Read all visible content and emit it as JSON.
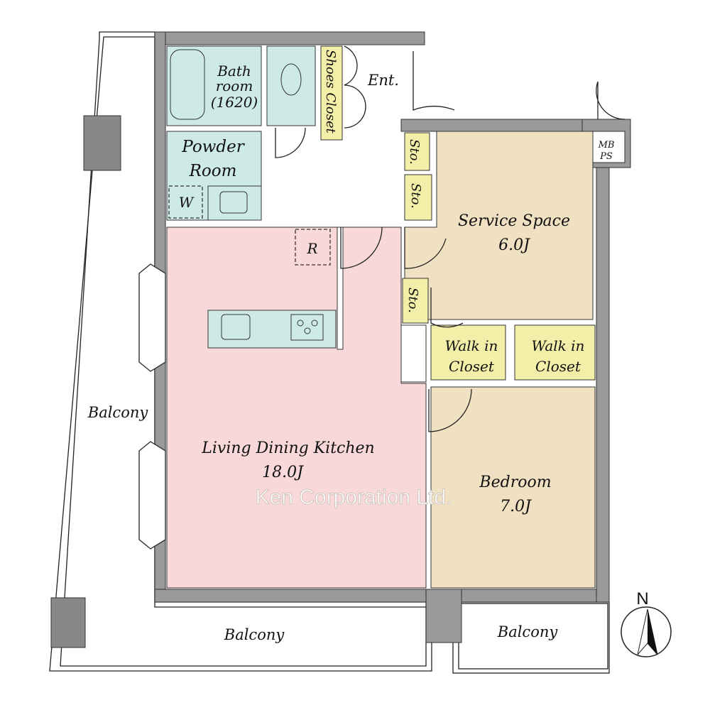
{
  "rooms": {
    "bathroom": {
      "line1": "Bath",
      "line2": "room",
      "line3": "(1620)"
    },
    "entrance": "Ent.",
    "shoes_closet": "Shoes Closet",
    "powder_room": {
      "line1": "Powder",
      "line2": "Room"
    },
    "washer": "W",
    "refrigerator": "R",
    "storage_1": "Sto.",
    "storage_2": "Sto.",
    "storage_3": "Sto.",
    "mb_ps": {
      "line1": "MB",
      "line2": "PS"
    },
    "service_space": {
      "name": "Service Space",
      "size": "6.0J"
    },
    "walk_in_closet_1": {
      "line1": "Walk in",
      "line2": "Closet"
    },
    "walk_in_closet_2": {
      "line1": "Walk in",
      "line2": "Closet"
    },
    "ldk": {
      "name": "Living Dining Kitchen",
      "size": "18.0J"
    },
    "bedroom": {
      "name": "Bedroom",
      "size": "7.0J"
    },
    "balcony_west": "Balcony",
    "balcony_south": "Balcony",
    "balcony_southeast": "Balcony"
  },
  "compass": {
    "label": "N"
  },
  "watermark": "Ken Corporation Ltd.",
  "colors": {
    "wall": "#9a9a9a",
    "wet_area": "#cdeae7",
    "ldk": "#f8d8d8",
    "bedroom": "#f1e1c3",
    "closet": "#f3eea8"
  }
}
